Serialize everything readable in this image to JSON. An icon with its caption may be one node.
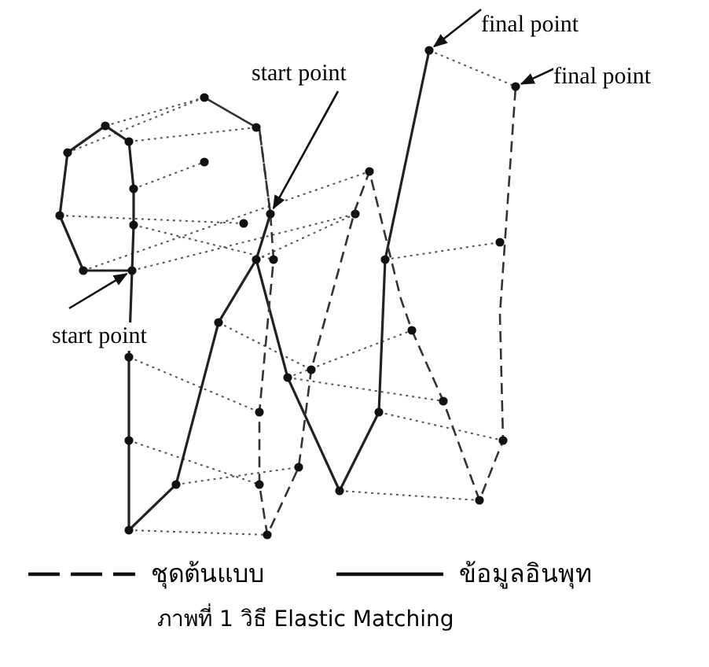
{
  "diagram": {
    "caption": "ภาพที่ 1 วิธี Elastic Matching",
    "nodes": [
      {
        "text": [
          "final point"
        ]
      },
      {
        "text": [
          "final point"
        ]
      },
      {
        "text": [
          "start point"
        ]
      },
      {
        "text": [
          "start point"
        ]
      }
    ],
    "edges": [
      {
        "from": 0,
        "to": null,
        "arrow": "to"
      },
      {
        "from": 1,
        "to": null,
        "arrow": "to"
      },
      {
        "from": 2,
        "to": null,
        "arrow": "to"
      },
      {
        "from": 3,
        "to": null,
        "arrow": "to"
      }
    ],
    "legend": [
      {
        "text": "ชุดต้นแบบ"
      },
      {
        "text": "ข้อมูลอินพุท"
      }
    ]
  }
}
